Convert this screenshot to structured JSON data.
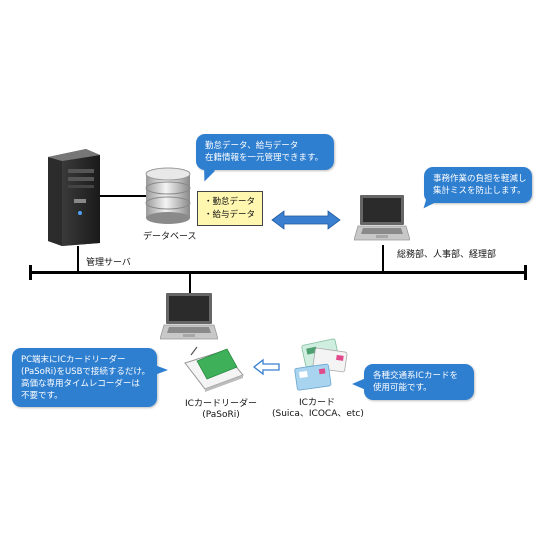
{
  "diagram": {
    "server_label": "管理サーバ",
    "database_label": "データベース",
    "database_note": [
      "・勤怠データ",
      "・給与データ"
    ],
    "departments_label": "総務部、人事部、経理部",
    "card_reader_label": [
      "ICカードリーダー",
      "(PaSoRi)"
    ],
    "ic_card_label": [
      "ICカード",
      "(Suica、ICOCA、etc)"
    ],
    "callouts": {
      "database": [
        "勤怠データ、給与データ",
        "在籍情報を一元管理できます。"
      ],
      "departments": [
        "事務作業の負担を軽減し",
        "集計ミスを防止します。"
      ],
      "card_reader": [
        "PC端末にICカードリーダー",
        "(PaSoRi)をUSBで接続するだけ。",
        "高価な専用タイムレコーダーは",
        "不要です。"
      ],
      "ic_card": [
        "各種交通系ICカードを",
        "使用可能です。"
      ]
    },
    "colors": {
      "callout": "#2f7fd0",
      "note_bg": "#fff7b0",
      "arrow": "#3a7fd0",
      "network": "#000000"
    }
  }
}
